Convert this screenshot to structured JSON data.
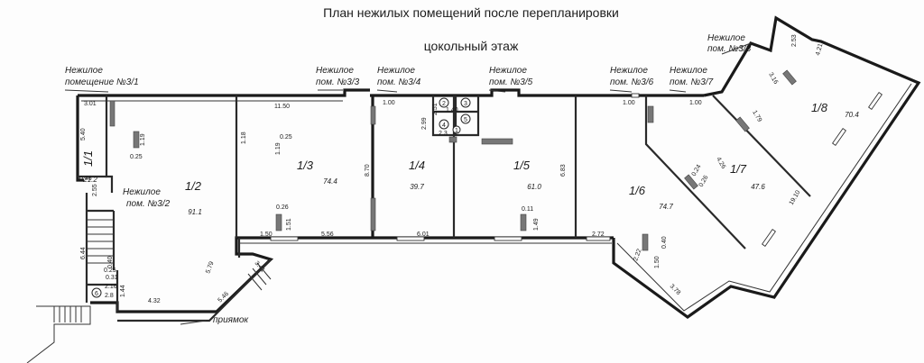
{
  "header": {
    "title": "План нежилых помещений после перепланировки",
    "subtitle": "цокольный этаж"
  },
  "labels": {
    "p31a": "Нежилое",
    "p31b": "помещение №3/1",
    "p32a": "Нежилое",
    "p32b": "пом. №3/2",
    "p33a": "Нежилое",
    "p33b": "пом. №3/3",
    "p34a": "Нежилое",
    "p34b": "пом. №3/4",
    "p35a": "Нежилое",
    "p35b": "пом. №3/5",
    "p36a": "Нежилое",
    "p36b": "пом. №3/6",
    "p37a": "Нежилое",
    "p37b": "пом. №3/7",
    "p38a": "Нежилое",
    "p38b": "пом. №3/8",
    "pryamok": "приямок"
  },
  "rooms": [
    {
      "id": "1/1",
      "area": "21.2"
    },
    {
      "id": "1/2",
      "area": "91.1"
    },
    {
      "id": "1/3",
      "area": "74.4"
    },
    {
      "id": "1/4",
      "area": "39.7"
    },
    {
      "id": "1/5",
      "area": "61.0"
    },
    {
      "id": "1/6",
      "area": "74.7"
    },
    {
      "id": "1/7",
      "area": "47.6"
    },
    {
      "id": "1/8",
      "area": "70.4"
    }
  ],
  "small_rooms": [
    "1",
    "2",
    "3",
    "4",
    "5",
    "6"
  ],
  "dimensions": [
    "3.01",
    "5.40",
    "0.46",
    "2.55",
    "6.44",
    "0.40",
    "0.25",
    "0.31",
    "2.16",
    "2.8",
    "1.44",
    "4.32",
    "1.19",
    "0.25",
    "5.79",
    "3.41",
    "5.46",
    "11.50",
    "1.18",
    "1.19",
    "0.25",
    "8.70",
    "0.26",
    "1.51",
    "1.50",
    "5.56",
    "1.00",
    "2.99",
    "1.40",
    "2.51",
    "2.3",
    "6.01",
    "6.83",
    "0.11",
    "1.49",
    "2.72",
    "1.00",
    "2.22",
    "0.40",
    "1.50",
    "3.78",
    "1.00",
    "0.24",
    "0.26",
    "4.26",
    "1.79",
    "19.10",
    "2.53",
    "4.21",
    "3.16"
  ]
}
